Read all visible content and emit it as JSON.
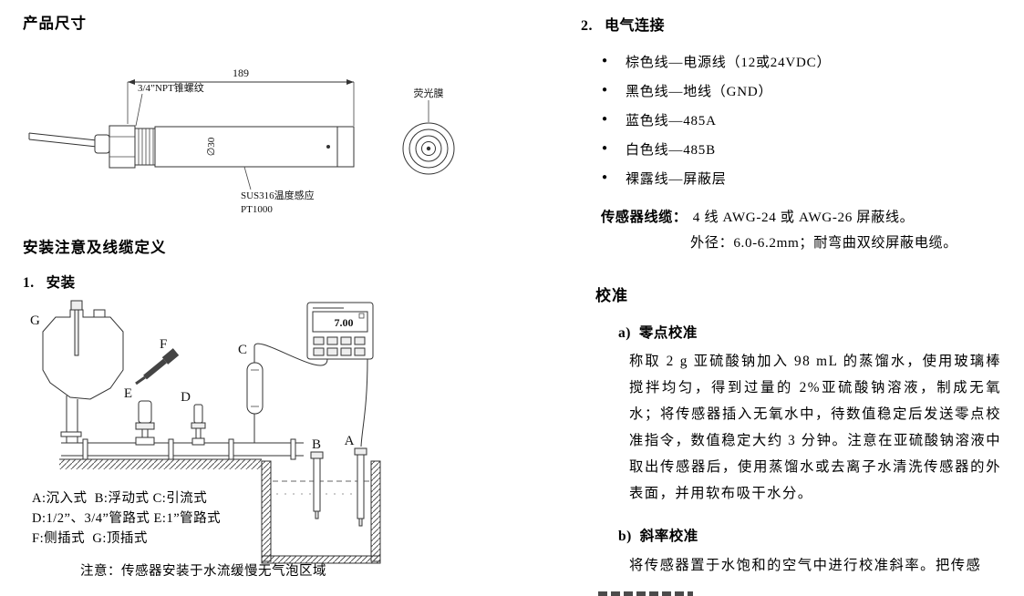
{
  "left": {
    "section_dimensions_title": "产品尺寸",
    "dimension_drawing": {
      "length": "189",
      "diameter": "∅30",
      "thread_label": "3/4”NPT锥螺纹",
      "temp_sensor_line1": "SUS316温度感应",
      "temp_sensor_line2": "PT1000",
      "membrane_label": "荧光膜"
    },
    "section_install_title": "安装注意及线缆定义",
    "install_heading": {
      "num": "1.",
      "label": "安装"
    },
    "install_diagram": {
      "meter_reading": "7.00",
      "labels": {
        "A": "A",
        "B": "B",
        "C": "C",
        "D": "D",
        "E": "E",
        "F": "F",
        "G": "G"
      },
      "legend": [
        "A:沉入式  B:浮动式 C:引流式",
        "D:1/2”、3/4”管路式 E:1”管路式",
        "F:侧插式  G:顶插式"
      ],
      "note": "注意：传感器安装于水流缓慢无气泡区域"
    }
  },
  "right": {
    "elec_heading": {
      "num": "2.",
      "label": "电气连接"
    },
    "wires": [
      "棕色线—电源线（12或24VDC）",
      "黑色线—地线（GND）",
      "蓝色线—485A",
      "白色线—485B",
      "裸露线—屏蔽层"
    ],
    "cable_spec": {
      "label": "传感器线缆：",
      "line1": "4 线 AWG-24 或 AWG-26 屏蔽线。",
      "line2": "外径：6.0-6.2mm；耐弯曲双绞屏蔽电缆。"
    },
    "calibration": {
      "heading": "校准",
      "a_num": "a)",
      "a_title": "零点校准",
      "a_text": "称取 2 g 亚硫酸钠加入 98 mL 的蒸馏水，使用玻璃棒搅拌均匀，得到过量的 2%亚硫酸钠溶液，制成无氧水；将传感器插入无氧水中，待数值稳定后发送零点校准指令，数值稳定大约 3 分钟。注意在亚硫酸钠溶液中取出传感器后，使用蒸馏水或去离子水清洗传感器的外表面，并用软布吸干水分。",
      "b_num": "b)",
      "b_title": "斜率校准",
      "b_text": "将传感器置于水饱和的空气中进行校准斜率。把传感"
    }
  }
}
